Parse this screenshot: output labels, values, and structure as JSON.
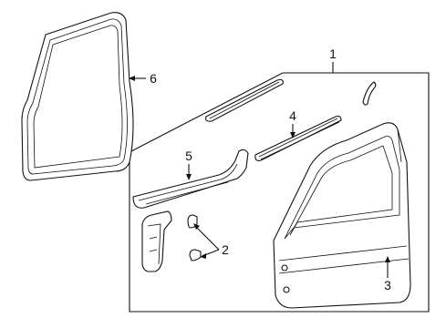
{
  "diagram": {
    "callouts": [
      {
        "id": "1",
        "label": "1"
      },
      {
        "id": "2",
        "label": "2"
      },
      {
        "id": "3",
        "label": "3"
      },
      {
        "id": "4",
        "label": "4"
      },
      {
        "id": "5",
        "label": "5"
      },
      {
        "id": "6",
        "label": "6"
      }
    ]
  },
  "colors": {
    "line": "#111111",
    "background": "#ffffff"
  }
}
